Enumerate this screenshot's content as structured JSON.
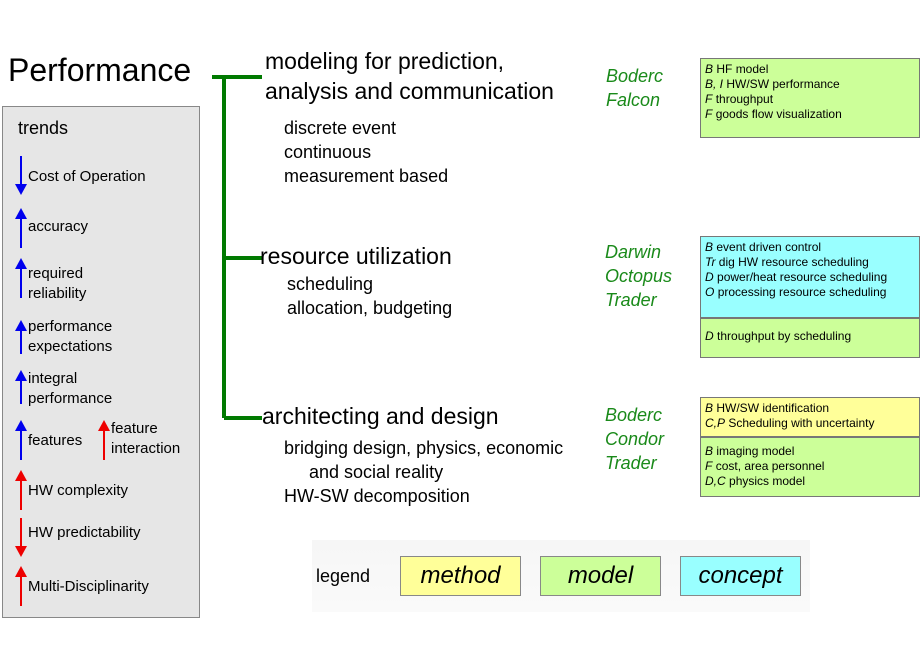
{
  "title": "Performance",
  "trends": {
    "heading": "trends",
    "items": [
      {
        "label": "Cost of Operation",
        "dir": "down",
        "color": "#0000ee"
      },
      {
        "label": "accuracy",
        "dir": "up",
        "color": "#0000ee"
      },
      {
        "label": "required\nreliability",
        "dir": "up",
        "color": "#0000ee"
      },
      {
        "label": "performance\nexpectations",
        "dir": "up",
        "color": "#0000ee"
      },
      {
        "label": "integral\nperformance",
        "dir": "up",
        "color": "#0000ee"
      },
      {
        "label": "features",
        "dir": "up",
        "color": "#0000ee"
      },
      {
        "label": "feature\ninteraction",
        "dir": "up",
        "color": "#ee0000"
      },
      {
        "label": "HW complexity",
        "dir": "up",
        "color": "#ee0000"
      },
      {
        "label": "HW predictability",
        "dir": "down",
        "color": "#ee0000"
      },
      {
        "label": "Multi-Disciplinarity",
        "dir": "up",
        "color": "#ee0000"
      }
    ]
  },
  "sections": [
    {
      "title": "modeling for prediction,\nanalysis and communication",
      "sub": "discrete event\ncontinuous\nmeasurement based",
      "projects": "Boderc\nFalcon"
    },
    {
      "title": "resource utilization",
      "sub": "scheduling\nallocation, budgeting",
      "projects": "Darwin\nOctopus\nTrader"
    },
    {
      "title": "architecting and design",
      "sub": "bridging design, physics, economic\n     and social reality\nHW-SW decomposition",
      "projects": "Boderc\nCondor\nTrader"
    }
  ],
  "cells": [
    {
      "kind": "model",
      "lines": [
        [
          "B",
          "HF model"
        ],
        [
          "B, I",
          "HW/SW performance"
        ],
        [
          "F",
          "throughput"
        ],
        [
          "F",
          "goods flow visualization"
        ]
      ]
    },
    {
      "kind": "concept",
      "lines": [
        [
          "B",
          "event driven control"
        ],
        [
          "Tr",
          "dig HW resource scheduling"
        ],
        [
          "D",
          "power/heat resource scheduling"
        ],
        [
          "O",
          "processing resource scheduling"
        ]
      ]
    },
    {
      "kind": "model",
      "lines": [
        [
          "D",
          "throughput by scheduling"
        ]
      ]
    },
    {
      "kind": "method",
      "lines": [
        [
          "B",
          "HW/SW identification"
        ],
        [
          "C,P",
          "Scheduling with uncertainty"
        ]
      ]
    },
    {
      "kind": "model",
      "lines": [
        [
          "B",
          "imaging model"
        ],
        [
          "F",
          "cost, area personnel"
        ],
        [
          "D,C",
          "physics model"
        ]
      ]
    }
  ],
  "legend": {
    "label": "legend",
    "items": [
      {
        "label": "method",
        "color": "#ffff99"
      },
      {
        "label": "model",
        "color": "#ccff99"
      },
      {
        "label": "concept",
        "color": "#99ffff"
      }
    ]
  },
  "colors": {
    "tree": "#007a00",
    "project_text": "#1a8a1a"
  }
}
